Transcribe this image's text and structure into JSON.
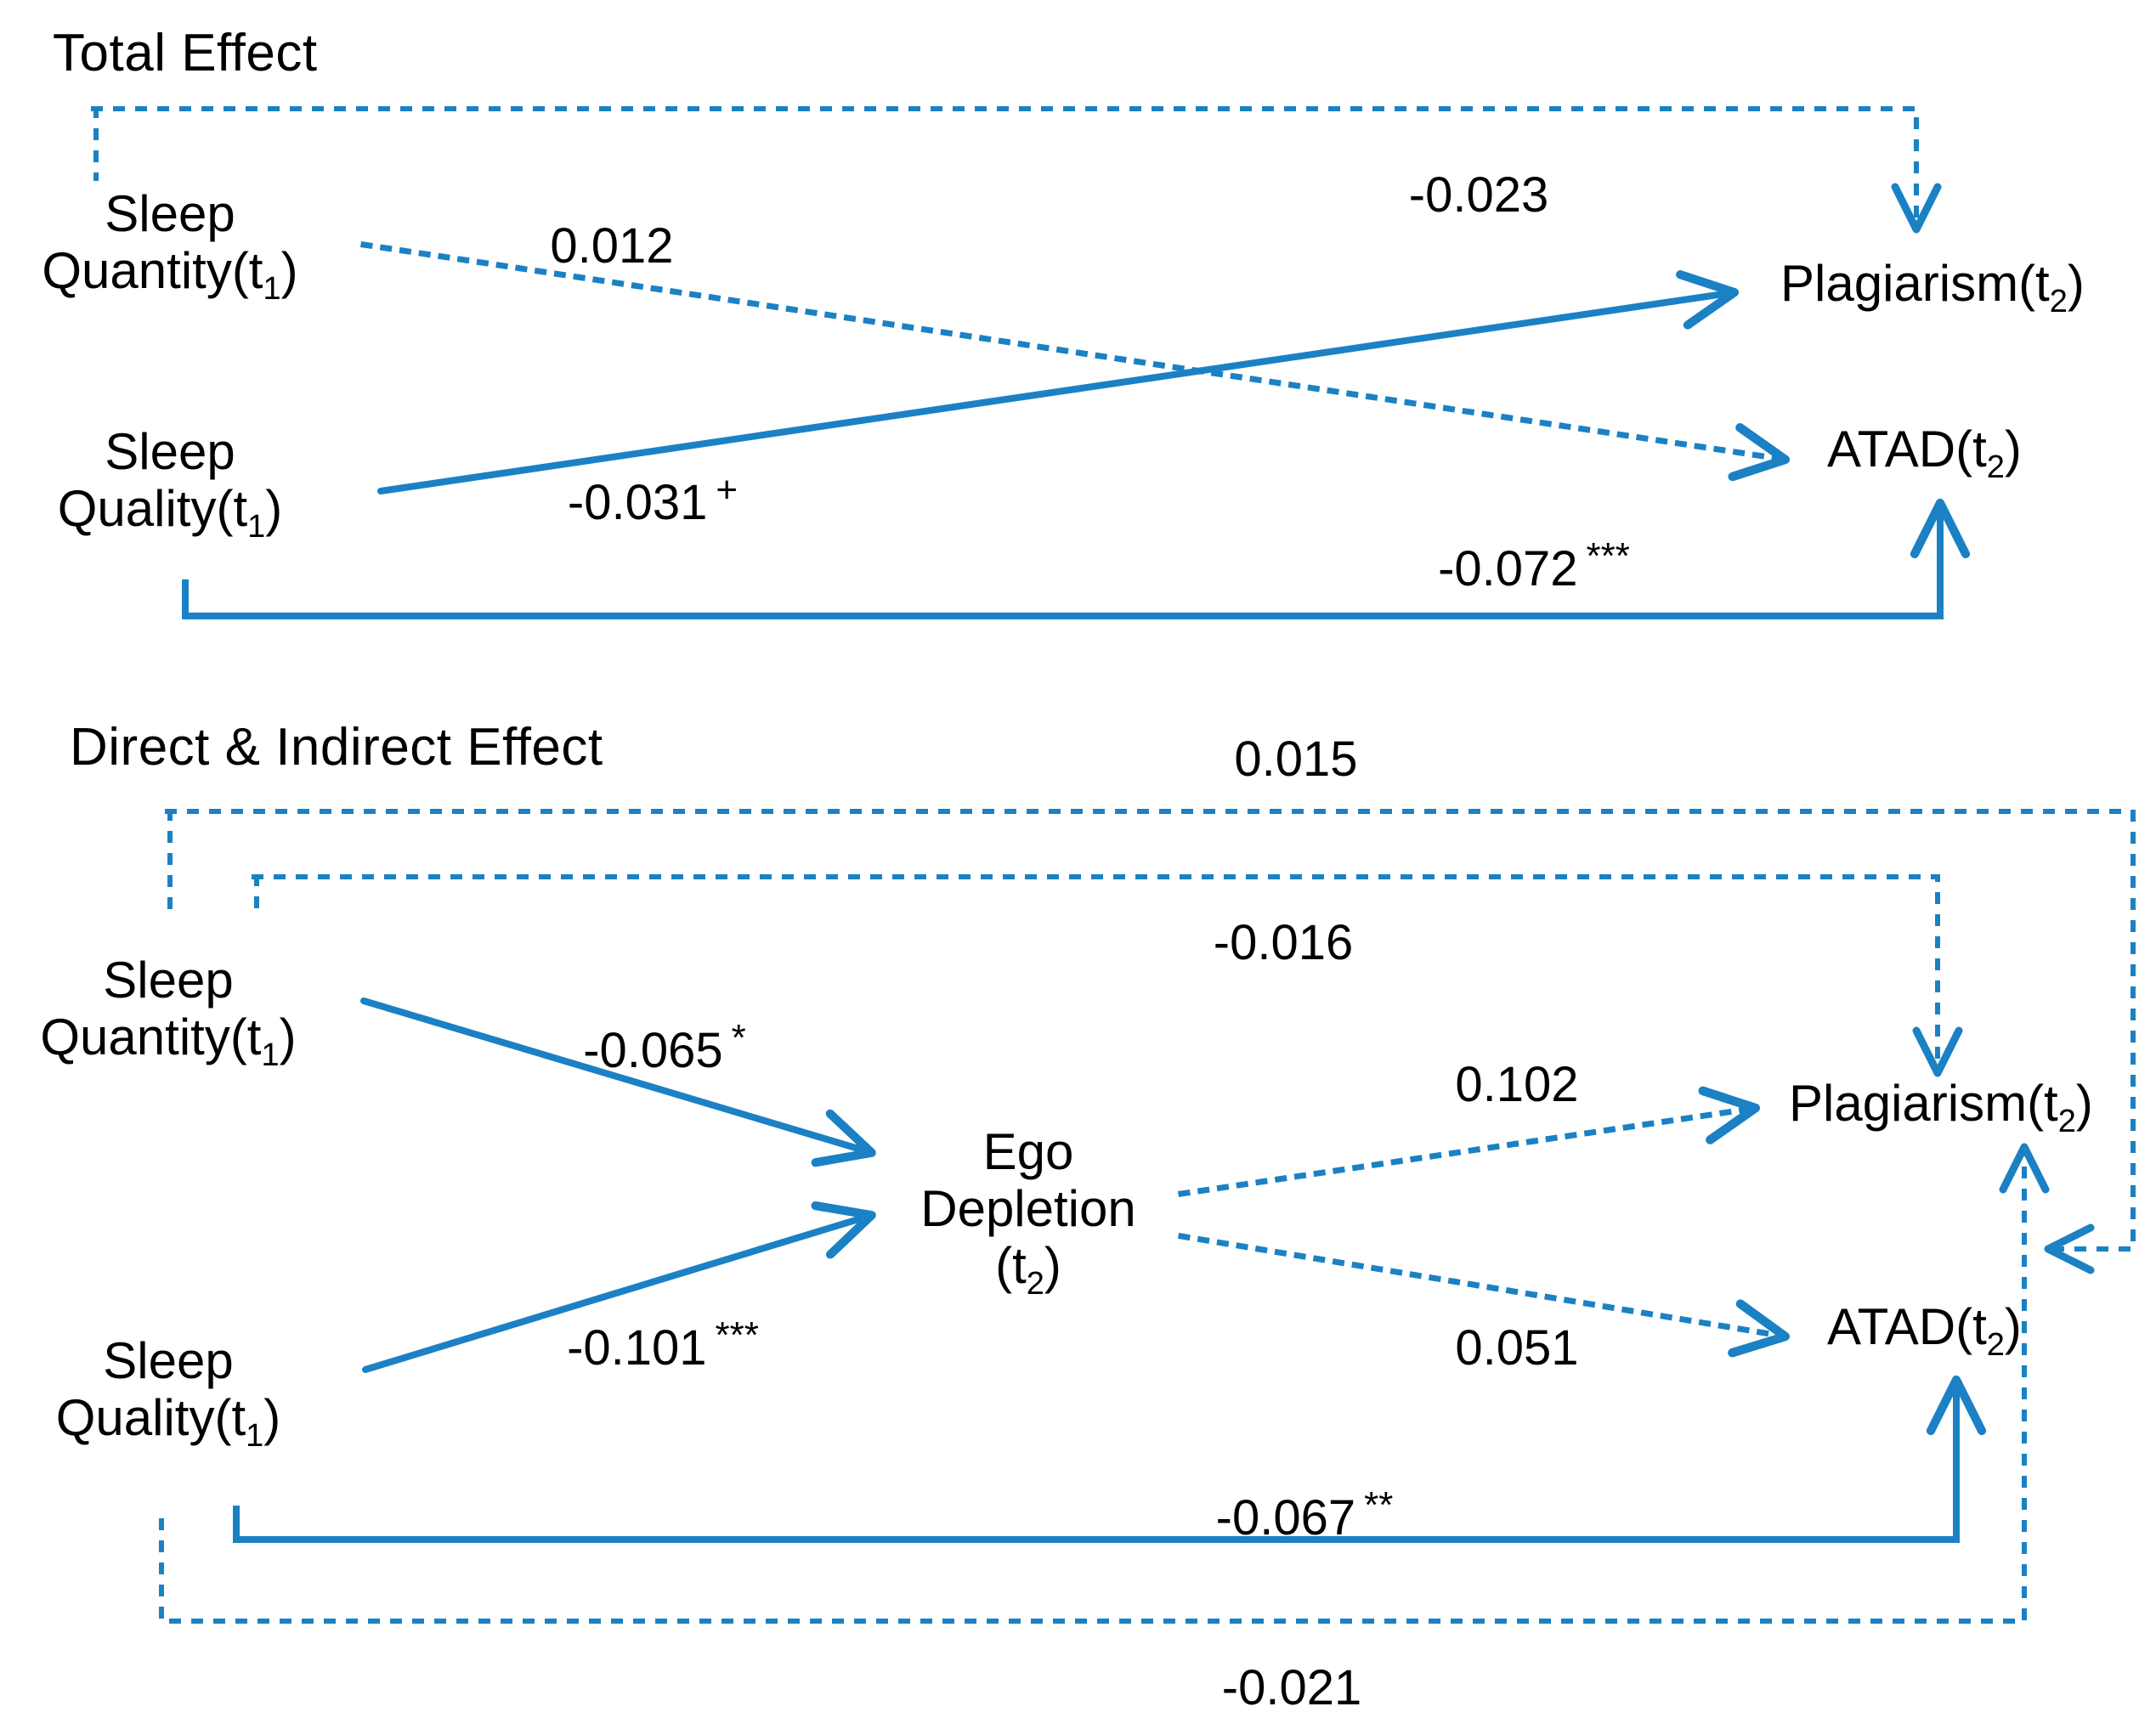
{
  "colors": {
    "line": "#1b81c4",
    "text": "#000000",
    "background": "#ffffff"
  },
  "panels": [
    {
      "id": "total",
      "title": "Total Effect"
    },
    {
      "id": "direct",
      "title": "Direct & Indirect Effect"
    }
  ],
  "nodes": {
    "sleep_quantity_line1": "Sleep",
    "sleep_quantity_line2_main": "Quantity(t",
    "sleep_quantity_sub": "1",
    "sleep_quantity_close": ")",
    "sleep_quality_line1": "Sleep",
    "sleep_quality_line2_main": "Quality(t",
    "sleep_quality_sub": "1",
    "sleep_quality_close": ")",
    "plagiarism_main": "Plagiarism(t",
    "plagiarism_sub": "2",
    "plagiarism_close": ")",
    "atad_main": "ATAD(t",
    "atad_sub": "2",
    "atad_close": ")",
    "ego_line1": "Ego",
    "ego_line2": "Depletion",
    "ego_line3_open": "(t",
    "ego_line3_sub": "2",
    "ego_line3_close": ")"
  },
  "chart_data": {
    "type": "diagram",
    "title": "Sleep → Ego Depletion → Plagiarism / ATAD path model",
    "panels": [
      {
        "name": "Total Effect",
        "nodes": [
          "Sleep Quantity(t1)",
          "Sleep Quality(t1)",
          "Plagiarism(t2)",
          "ATAD(t2)"
        ],
        "edges": [
          {
            "from": "Sleep Quantity(t1)",
            "to": "Plagiarism(t2)",
            "coef": "-0.023",
            "sig": "",
            "style": "dotted",
            "route": "elbow-top"
          },
          {
            "from": "Sleep Quantity(t1)",
            "to": "ATAD(t2)",
            "coef": "0.012",
            "sig": "",
            "style": "dotted",
            "route": "diagonal-down"
          },
          {
            "from": "Sleep Quality(t1)",
            "to": "Plagiarism(t2)",
            "coef": "-0.031",
            "sig": "+",
            "style": "solid",
            "route": "diagonal-up"
          },
          {
            "from": "Sleep Quality(t1)",
            "to": "ATAD(t2)",
            "coef": "-0.072",
            "sig": "***",
            "style": "solid",
            "route": "elbow-bottom"
          }
        ]
      },
      {
        "name": "Direct & Indirect Effect",
        "nodes": [
          "Sleep Quantity(t1)",
          "Sleep Quality(t1)",
          "Ego Depletion(t2)",
          "Plagiarism(t2)",
          "ATAD(t2)"
        ],
        "edges": [
          {
            "from": "Sleep Quantity(t1)",
            "to": "ATAD(t2)",
            "coef": "0.015",
            "sig": "",
            "style": "dotted",
            "route": "elbow-top-outer"
          },
          {
            "from": "Sleep Quantity(t1)",
            "to": "Plagiarism(t2)",
            "coef": "-0.016",
            "sig": "",
            "style": "dotted",
            "route": "elbow-top-inner"
          },
          {
            "from": "Sleep Quantity(t1)",
            "to": "Ego Depletion(t2)",
            "coef": "-0.065",
            "sig": "*",
            "style": "solid",
            "route": "diagonal-down"
          },
          {
            "from": "Sleep Quality(t1)",
            "to": "Ego Depletion(t2)",
            "coef": "-0.101",
            "sig": "***",
            "style": "solid",
            "route": "diagonal-up"
          },
          {
            "from": "Ego Depletion(t2)",
            "to": "Plagiarism(t2)",
            "coef": "0.102",
            "sig": "",
            "style": "dotted",
            "route": "diagonal-up"
          },
          {
            "from": "Ego Depletion(t2)",
            "to": "ATAD(t2)",
            "coef": "0.051",
            "sig": "",
            "style": "dotted",
            "route": "diagonal-down"
          },
          {
            "from": "Sleep Quality(t1)",
            "to": "ATAD(t2)",
            "coef": "-0.067",
            "sig": "**",
            "style": "solid",
            "route": "elbow-bottom"
          },
          {
            "from": "Sleep Quality(t1)",
            "to": "Plagiarism(t2)",
            "coef": "-0.021",
            "sig": "",
            "style": "dotted",
            "route": "elbow-bottom-outer"
          }
        ]
      }
    ]
  },
  "coefficients": {
    "total": {
      "quantity_plagiarism": "-0.023",
      "quantity_plagiarism_sig": "",
      "quantity_atad": "0.012",
      "quantity_atad_sig": "",
      "quality_plagiarism": "-0.031",
      "quality_plagiarism_sig": "+",
      "quality_atad": "-0.072",
      "quality_atad_sig": "***"
    },
    "direct": {
      "quantity_atad": "0.015",
      "quantity_atad_sig": "",
      "quantity_plagiarism": "-0.016",
      "quantity_plagiarism_sig": "",
      "quantity_ego": "-0.065",
      "quantity_ego_sig": "*",
      "quality_ego": "-0.101",
      "quality_ego_sig": "***",
      "ego_plagiarism": "0.102",
      "ego_plagiarism_sig": "",
      "ego_atad": "0.051",
      "ego_atad_sig": "",
      "quality_atad": "-0.067",
      "quality_atad_sig": "**",
      "quality_plagiarism": "-0.021",
      "quality_plagiarism_sig": ""
    }
  }
}
